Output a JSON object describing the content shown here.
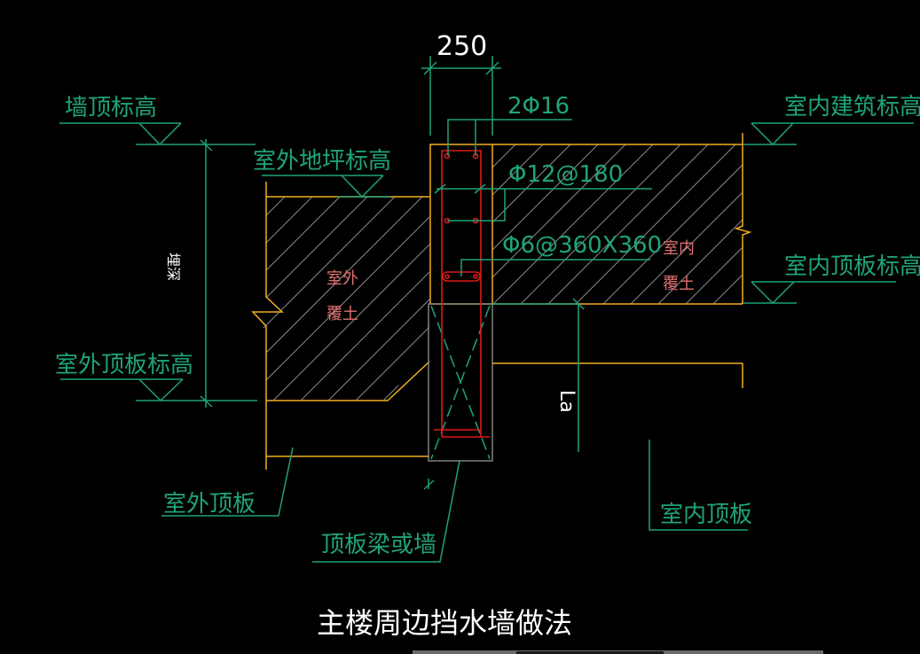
{
  "drawing": {
    "title": "主楼周边挡水墙做法",
    "dimension": "250",
    "labels": {
      "wall_top_elevation": "墙顶标高",
      "outdoor_ground_elevation": "室外地坪标高",
      "indoor_building_elevation": "室内建筑标高",
      "indoor_roof_slab_elevation": "室内顶板标高",
      "outdoor_roof_slab_elevation": "室外顶板标高",
      "outdoor_roof_slab": "室外顶板",
      "roof_slab_beam_or_wall": "顶板梁或墙",
      "indoor_roof_slab": "室内顶板",
      "burial_depth": "埋深",
      "anchorage_length": "La"
    },
    "rebar": {
      "top_bars": "2Φ16",
      "vertical_bars": "Φ12@180",
      "tie_bars": "Φ6@360X360"
    },
    "soil": {
      "outdoor_line1": "室外",
      "outdoor_line2": "覆土",
      "indoor_line1": "室内",
      "indoor_line2": "覆土"
    },
    "colors": {
      "annotation": "#1fa37a",
      "outline": "#f0b020",
      "rebar": "#e01818",
      "soil_text": "#e07070",
      "hatch": "#8a8a8a",
      "background": "#000000"
    }
  }
}
